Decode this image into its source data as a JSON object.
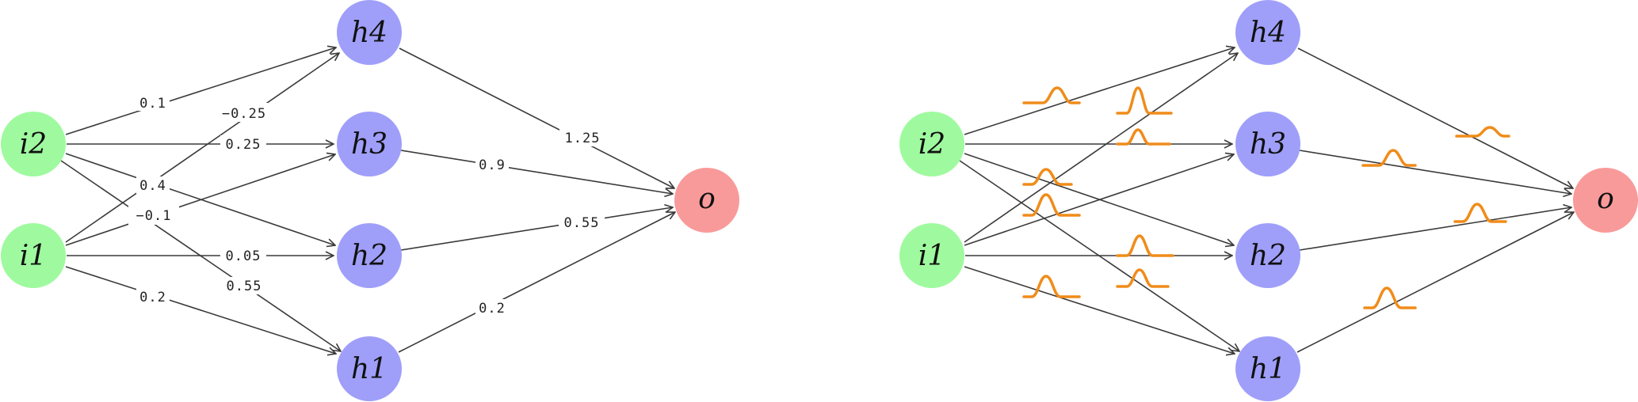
{
  "colors": {
    "input": "#9ffa9f",
    "hidden": "#9f9ffa",
    "output": "#f99a9a",
    "distribution": "#f08c1a"
  },
  "nodes": {
    "i1": "i1",
    "i2": "i2",
    "h1": "h1",
    "h2": "h2",
    "h3": "h3",
    "h4": "h4",
    "o": "o"
  },
  "left_network": {
    "weights": {
      "i2_h4": "0.1",
      "i1_h4": "−0.25",
      "i2_h3": "0.25",
      "i1_h3": "−0.1",
      "i2_h2": "0.4",
      "i1_h2": "0.05",
      "i2_h1": "0.55",
      "i1_h1": "0.2",
      "h4_o": "1.25",
      "h3_o": "0.9",
      "h2_o": "0.55",
      "h1_o": "0.2"
    }
  },
  "right_network": {
    "weight_representation": "gaussian-distribution-icon"
  }
}
